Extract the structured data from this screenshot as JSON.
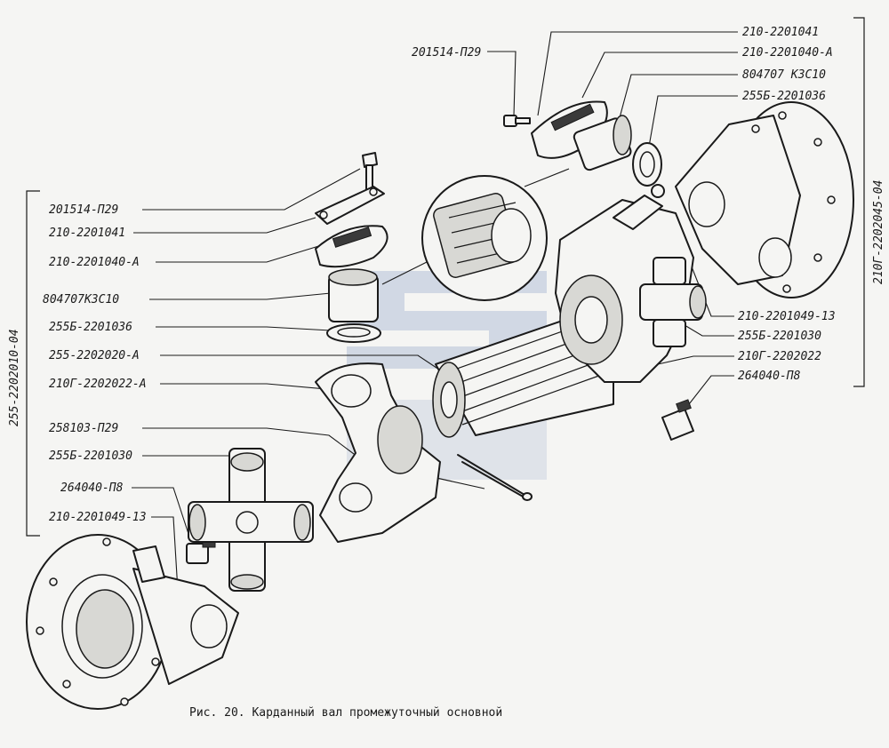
{
  "figure": {
    "caption": "Рис. 20. Карданный вал промежуточный основной"
  },
  "groups": {
    "left": "255-2202010-04",
    "right": "210Г-2202045-04"
  },
  "labels_left": [
    "201514-П29",
    "210-2201041",
    "210-2201040-А",
    "804707К3С10",
    "255Б-2201036",
    "255-2202020-А",
    "210Г-2202022-А",
    "258103-П29",
    "255Б-2201030",
    "264040-П8",
    "210-2201049-13"
  ],
  "labels_right_top": [
    "210-2201041",
    "210-2201040-А",
    "804707 К3С10",
    "255Б-2201036"
  ],
  "label_bolt_top": "201514-П29",
  "labels_right_mid": [
    "210-2201049-13",
    "255Б-2201030",
    "210Г-2202022",
    "264040-П8"
  ],
  "colors": {
    "ink": "#1a1a1a",
    "paper": "#f5f5f3",
    "watermark": "#8fa3c8"
  }
}
